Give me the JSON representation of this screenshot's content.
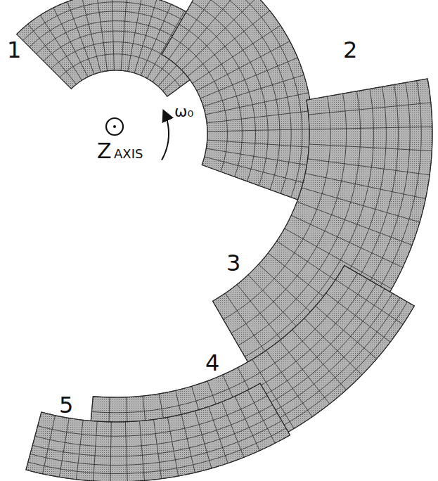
{
  "diagram": {
    "labels": [
      "1",
      "2",
      "3",
      "4",
      "5",
      "Z",
      "AXIS",
      "ω₀"
    ]
  }
}
